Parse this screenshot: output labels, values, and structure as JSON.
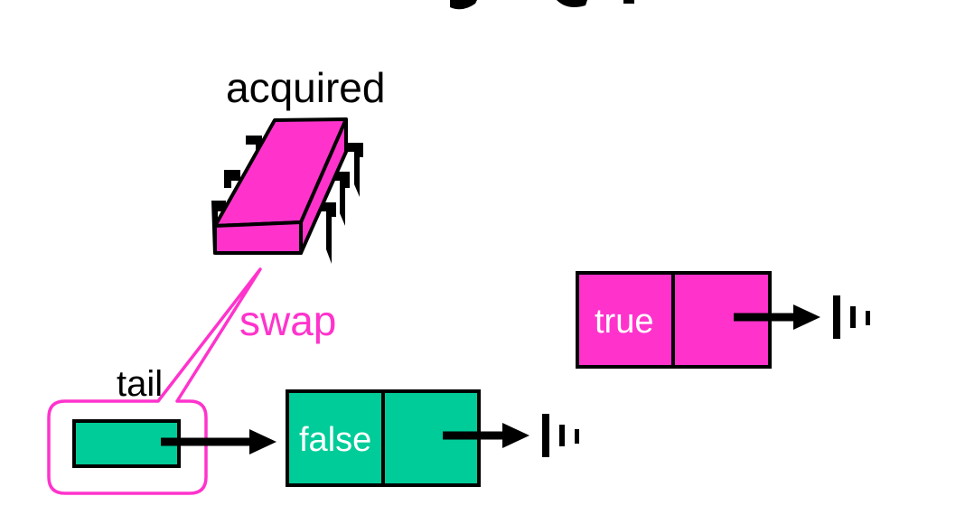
{
  "diagram": {
    "labels": {
      "acquired": "acquired",
      "swap": "swap",
      "tail": "tail"
    },
    "nodes": {
      "free_node": {
        "value": "true"
      },
      "tail_node": {
        "value": "false"
      }
    },
    "colors": {
      "chip": "#ff33cc",
      "node_magenta": "#ff33cc",
      "node_green": "#00cc99",
      "swap_text": "#ff33cc",
      "outline": "#000000",
      "node_text": "#ffffff"
    },
    "icons": {
      "chip": "lock-chip-icon",
      "ground": "null-ground-icon"
    }
  }
}
